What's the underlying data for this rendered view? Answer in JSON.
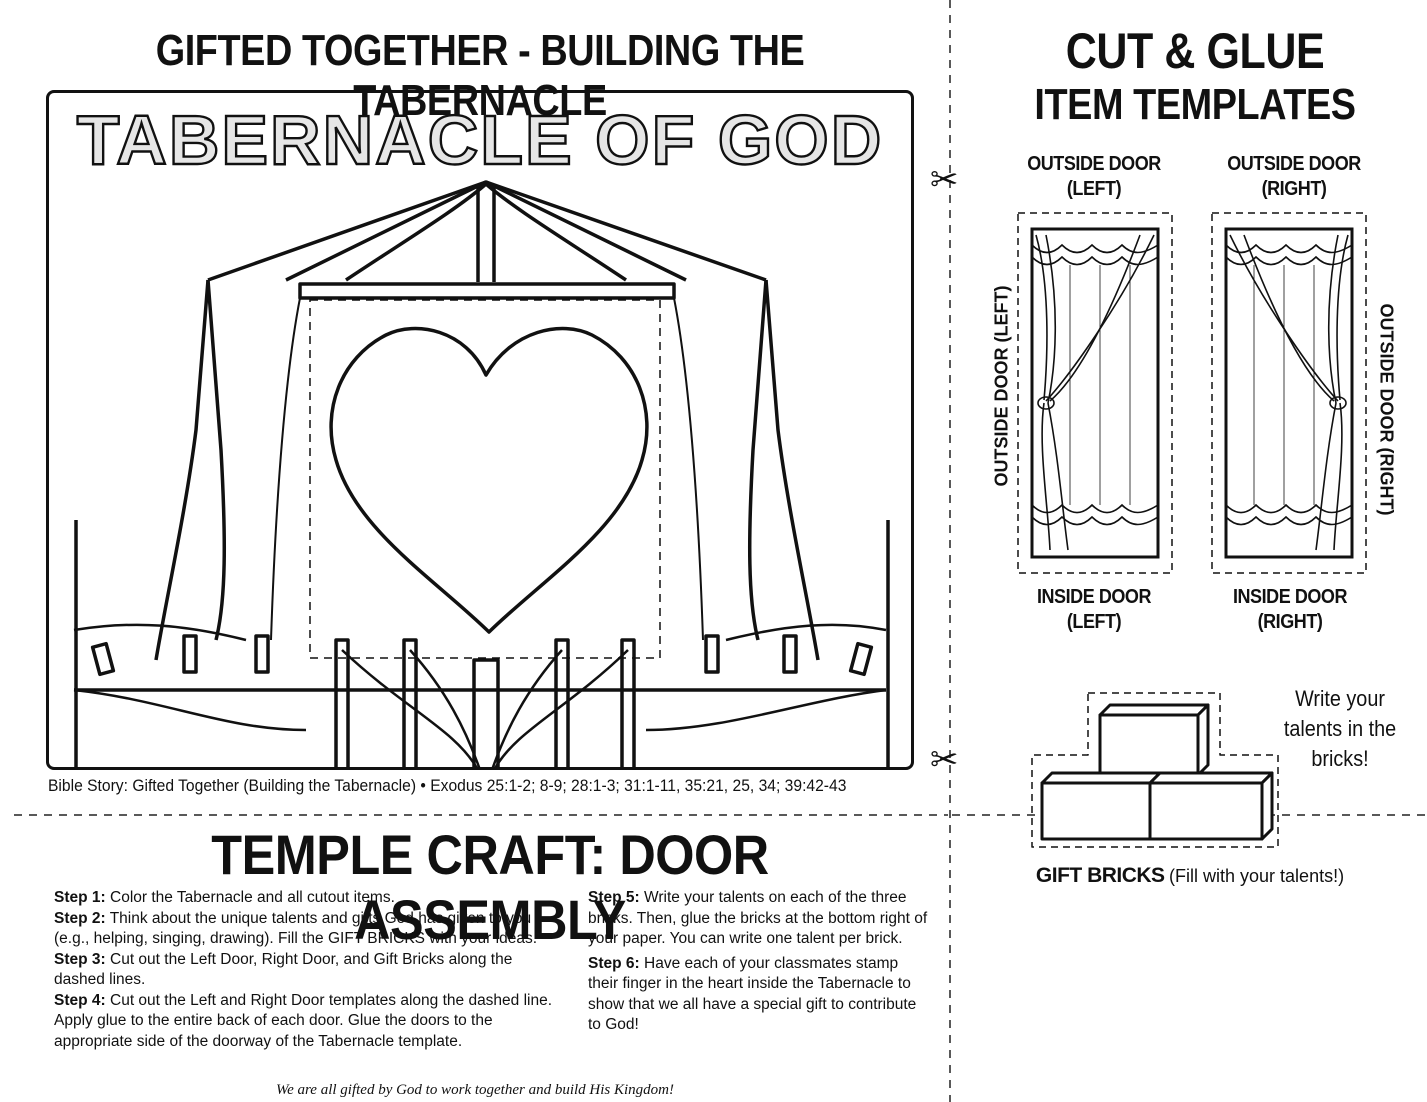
{
  "header": {
    "title": "GIFTED TOGETHER - BUILDING THE TABERNACLE"
  },
  "tabernacle": {
    "banner": "TABERNACLE OF GOD"
  },
  "bible_ref": "Bible Story: Gifted Together (Building the Tabernacle) • Exodus 25:1-2; 8-9; 28:1-3; 31:1-11, 35:21, 25, 34; 39:42-43",
  "cut_glue": {
    "title_line1": "CUT & GLUE",
    "title_line2": "ITEM TEMPLATES",
    "left_door_top_1": "OUTSIDE DOOR",
    "left_door_top_2": "(LEFT)",
    "right_door_top_1": "OUTSIDE DOOR",
    "right_door_top_2": "(RIGHT)",
    "left_door_side": "OUTSIDE DOOR (LEFT)",
    "right_door_side": "OUTSIDE DOOR (RIGHT)",
    "left_door_bottom_1": "INSIDE DOOR",
    "left_door_bottom_2": "(LEFT)",
    "right_door_bottom_1": "INSIDE DOOR",
    "right_door_bottom_2": "(RIGHT)",
    "talents_note": "Write your talents in the bricks!",
    "gift_label_bold": "GIFT BRICKS",
    "gift_label_rest": "(Fill with your talents!)"
  },
  "craft": {
    "title": "TEMPLE CRAFT: DOOR ASSEMBLY",
    "steps_left": [
      {
        "label": "Step 1:",
        "text": "Color the Tabernacle and all cutout items."
      },
      {
        "label": "Step 2:",
        "text": "Think about the unique talents and gifts God has given to you (e.g., helping, singing, drawing). Fill the GIFT BRICKS with your ideas."
      },
      {
        "label": "Step 3:",
        "text": "Cut out the Left Door, Right Door, and Gift Bricks along the dashed lines."
      },
      {
        "label": "Step 4:",
        "text": "Cut out the Left and Right Door templates along the dashed line. Apply glue to the entire back of each door. Glue the doors to the appropriate side of the doorway of the Tabernacle template."
      }
    ],
    "steps_right": [
      {
        "label": "Step 5:",
        "text": "Write your talents on each of the three bricks. Then, glue the bricks at the bottom right of your paper. You can write one talent per brick."
      },
      {
        "label": "Step 6:",
        "text": "Have each of your classmates stamp their finger in the heart inside the Tabernacle to show that we all have a special gift to contribute to God!"
      }
    ],
    "footer": "We are all gifted by God to work together and build His Kingdom!"
  }
}
